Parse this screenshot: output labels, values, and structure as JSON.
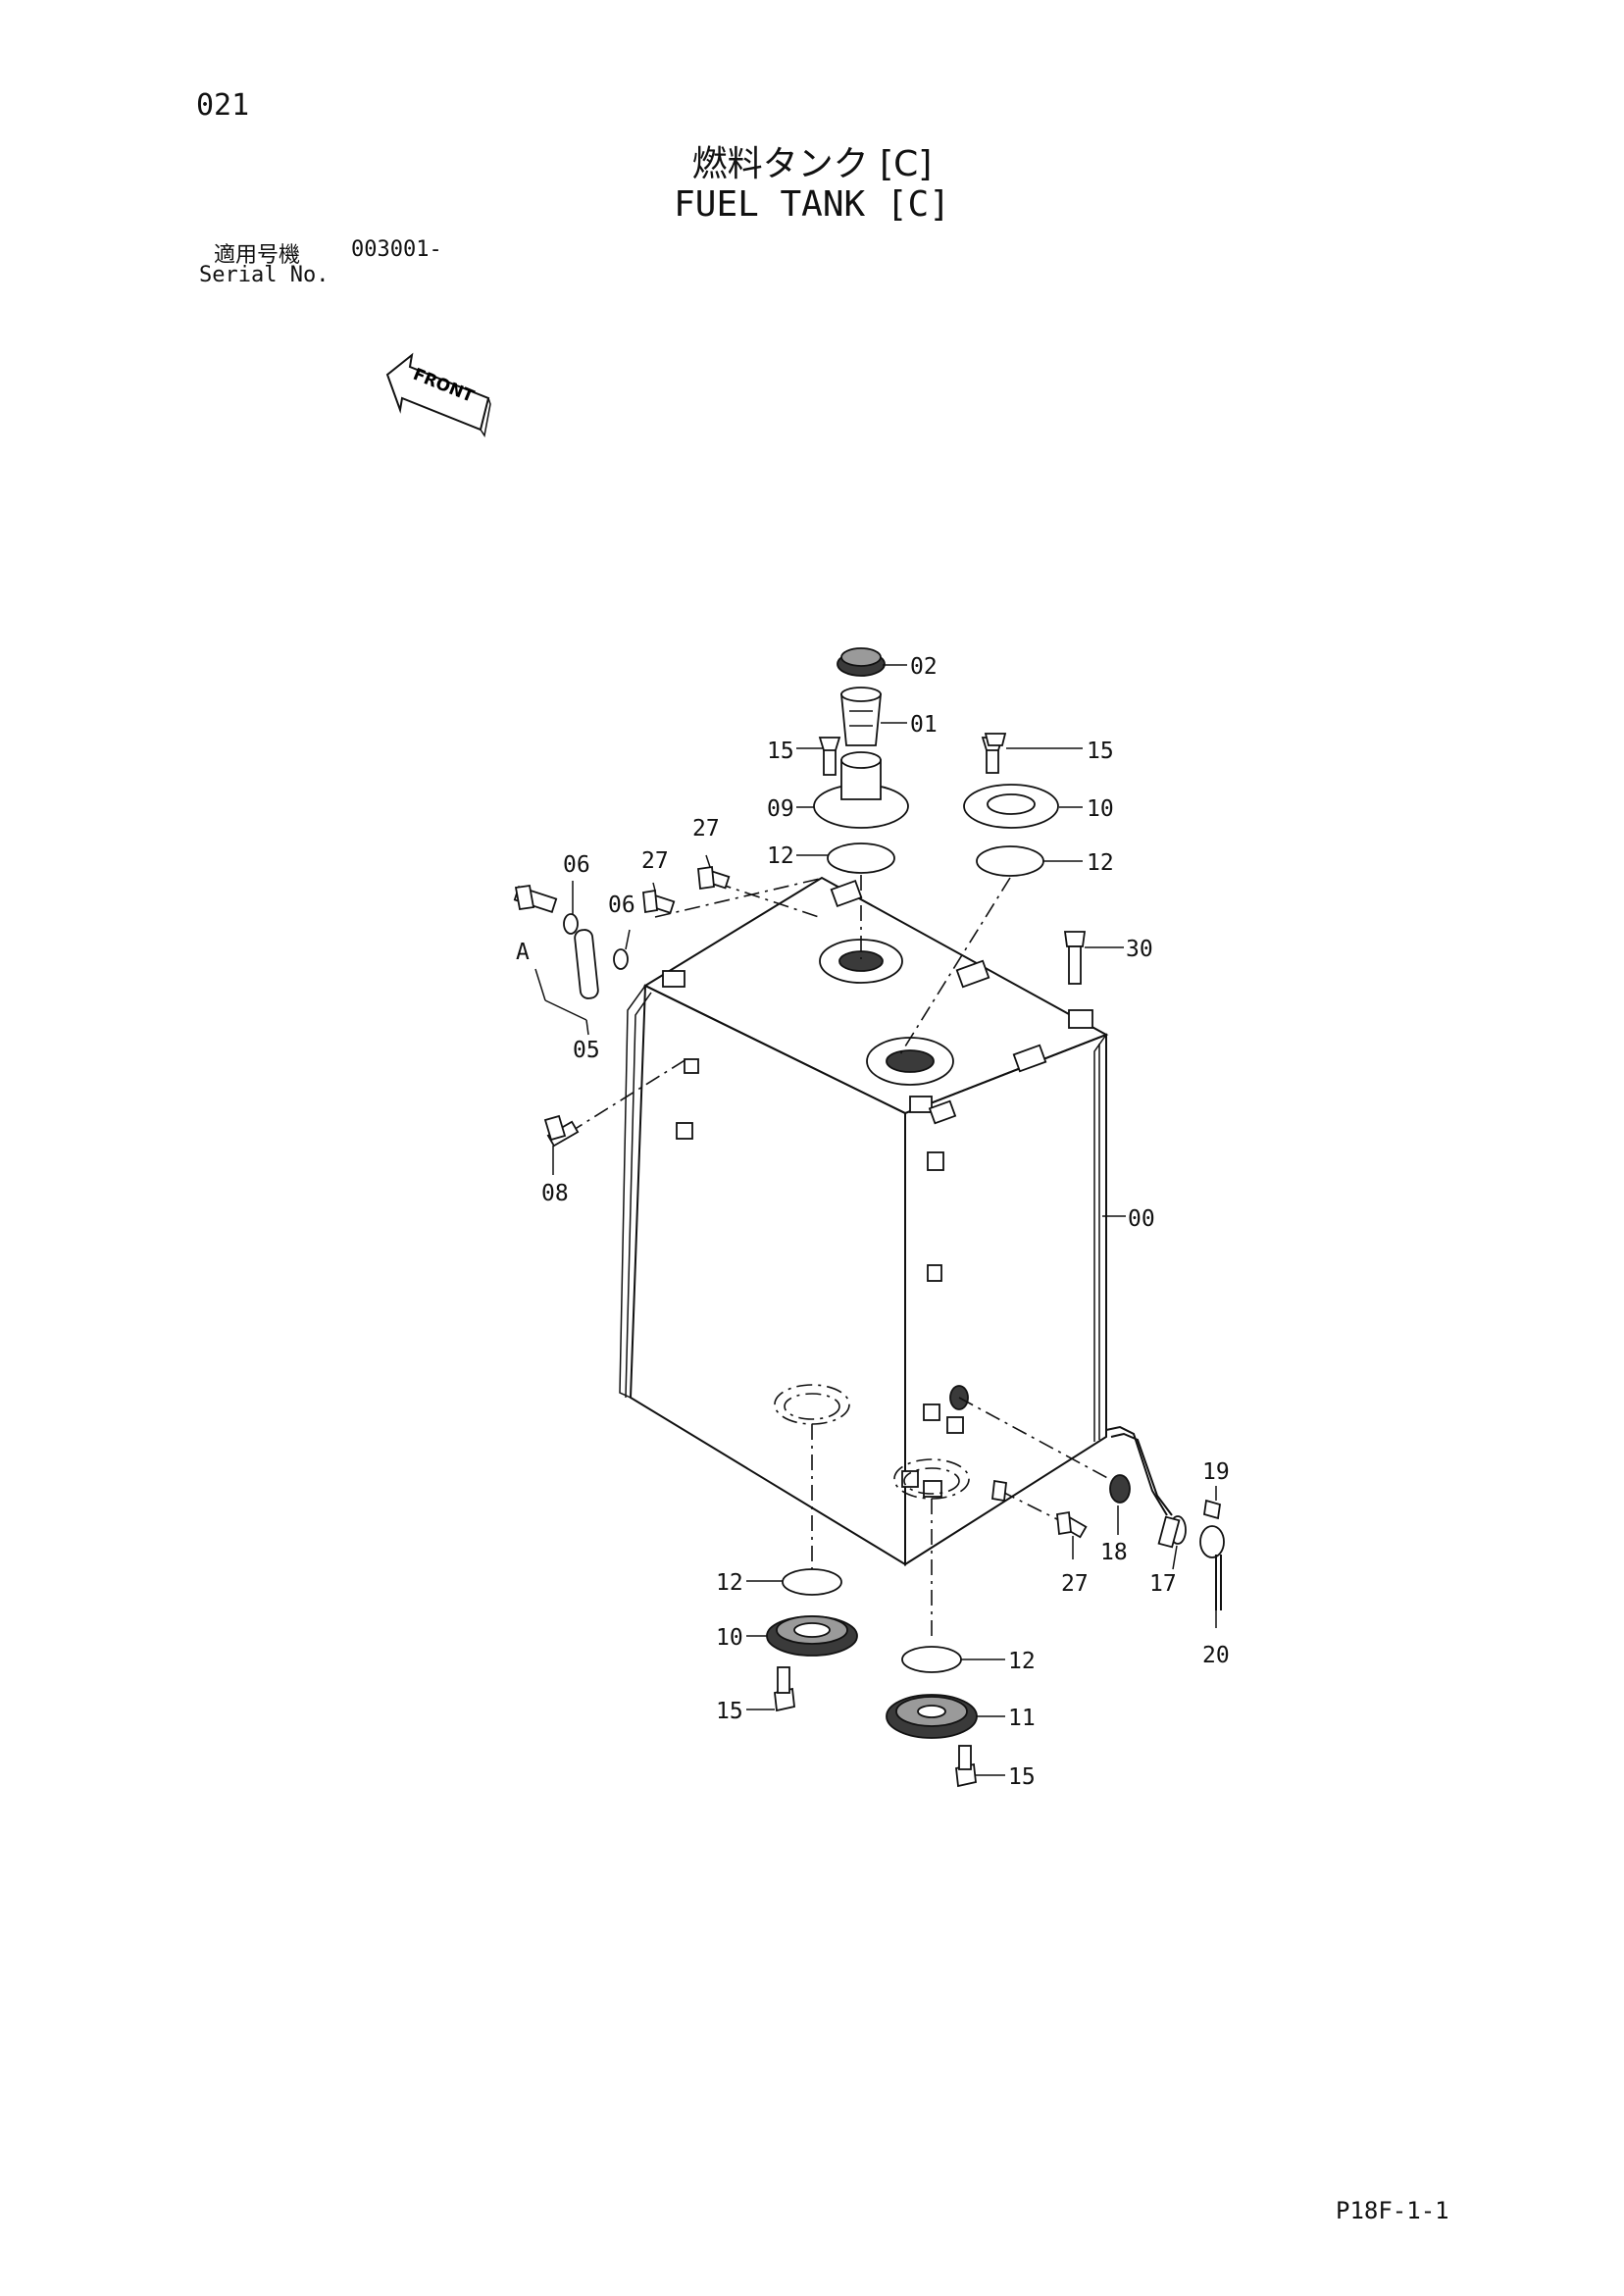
{
  "page_number": "021",
  "title_jp": "燃料タンク [C]",
  "title_en": "FUEL TANK [C]",
  "serial": {
    "label_jp": "適用号機",
    "value": "003001-",
    "label_en": "Serial No."
  },
  "front_arrow": {
    "label": "FRONT"
  },
  "reference_code": "P18F-1-1",
  "view_label": "A",
  "callouts": {
    "c00": "00",
    "c01": "01",
    "c02": "02",
    "c05": "05",
    "c06a": "06",
    "c06b": "06",
    "c08": "08",
    "c09": "09",
    "c10a": "10",
    "c10b": "10",
    "c11": "11",
    "c12a": "12",
    "c12b": "12",
    "c12c": "12",
    "c12d": "12",
    "c15a": "15",
    "c15b": "15",
    "c15c": "15",
    "c15d": "15",
    "c17": "17",
    "c18": "18",
    "c19": "19",
    "c20": "20",
    "c27a": "27",
    "c27b": "27",
    "c27c": "27",
    "c30": "30"
  }
}
